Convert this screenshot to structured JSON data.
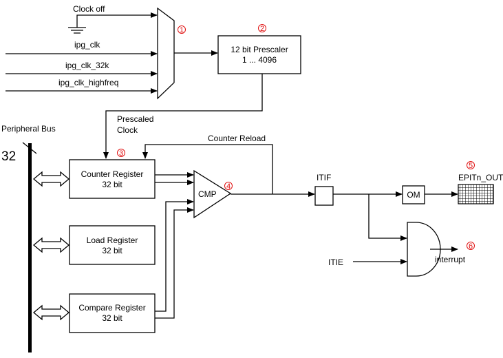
{
  "inputs": {
    "clock_off": "Clock off",
    "ipg_clk": "ipg_clk",
    "ipg_clk_32k": "ipg_clk_32k",
    "ipg_clk_highfreq": "ipg_clk_highfreq",
    "itie": "ITIE"
  },
  "blocks": {
    "prescaler_title": "12 bit Prescaler",
    "prescaler_range": "1 ... 4096",
    "counter_title": "Counter Register",
    "counter_width": "32 bit",
    "load_title": "Load Register",
    "load_width": "32 bit",
    "compare_title": "Compare Register",
    "compare_width": "32 bit",
    "cmp": "CMP",
    "om": "OM",
    "itif": "ITIF"
  },
  "signals": {
    "prescaled_line1": "Prescaled",
    "prescaled_line2": "Clock",
    "counter_reload": "Counter Reload",
    "peripheral_bus": "Peripheral Bus",
    "bus_width": "32",
    "epit_out": "EPITn_OUT",
    "interrupt": "interrupt"
  },
  "markers": [
    "1",
    "2",
    "3",
    "4",
    "5",
    "6"
  ],
  "colors": {
    "marker": "#e01010",
    "line": "#000000"
  }
}
